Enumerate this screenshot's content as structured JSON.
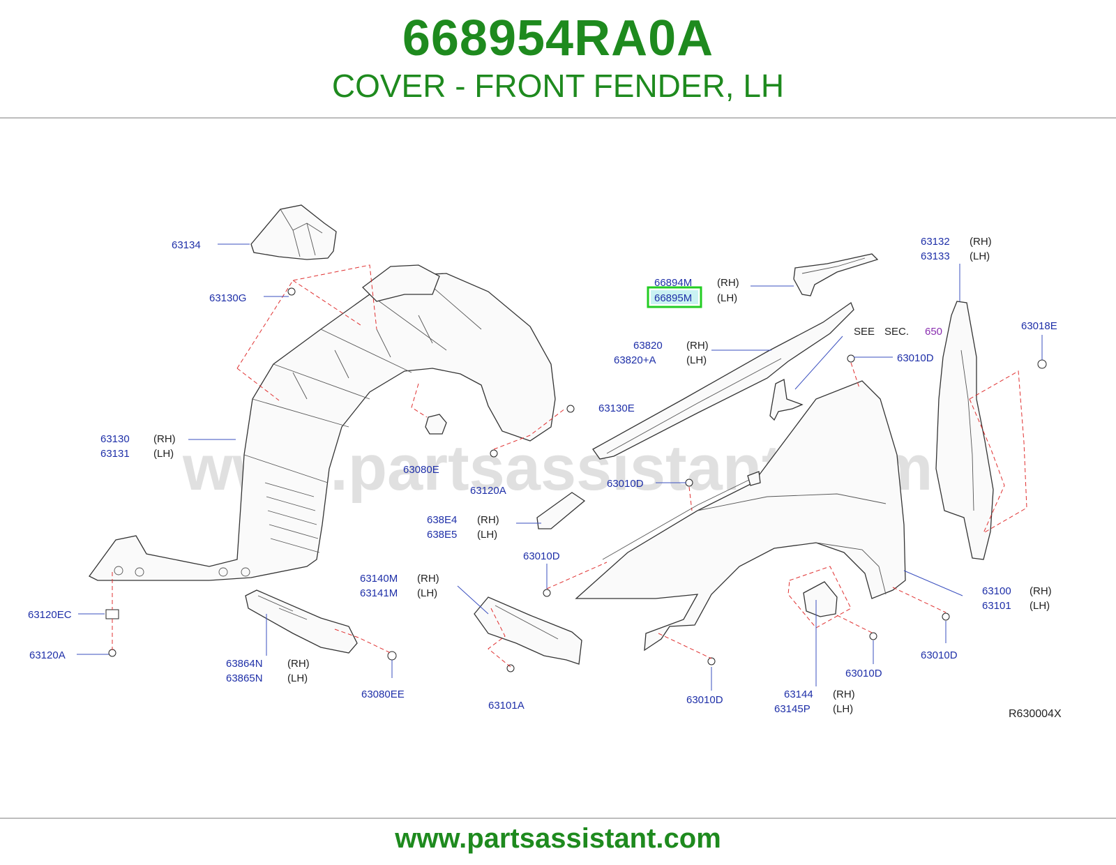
{
  "header": {
    "part_number": "668954RA0A",
    "description": "COVER - FRONT FENDER, LH"
  },
  "callouts": [
    {
      "id": "c63134",
      "code": "63134"
    },
    {
      "id": "c63130G",
      "code": "63130G"
    },
    {
      "id": "c63130",
      "code": "63130",
      "side": "(RH)"
    },
    {
      "id": "c63131",
      "code": "63131",
      "side": "(LH)"
    },
    {
      "id": "c63120EC",
      "code": "63120EC"
    },
    {
      "id": "c63120A_left",
      "code": "63120A"
    },
    {
      "id": "c63864N",
      "code": "63864N",
      "side": "(RH)"
    },
    {
      "id": "c63865N",
      "code": "63865N",
      "side": "(LH)"
    },
    {
      "id": "c63080EE",
      "code": "63080EE"
    },
    {
      "id": "c63080E",
      "code": "63080E"
    },
    {
      "id": "c63120A_mid",
      "code": "63120A"
    },
    {
      "id": "c63130E",
      "code": "63130E"
    },
    {
      "id": "c66894M",
      "code": "66894M",
      "side": "(RH)"
    },
    {
      "id": "c66895M",
      "code": "66895M",
      "side": "(LH)",
      "highlighted": true
    },
    {
      "id": "c63820",
      "code": "63820",
      "side": "(RH)"
    },
    {
      "id": "c63820A",
      "code": "63820+A",
      "side": "(LH)"
    },
    {
      "id": "c63010D_a",
      "code": "63010D"
    },
    {
      "id": "c63010D_b",
      "code": "63010D"
    },
    {
      "id": "c638E4",
      "code": "638E4",
      "side": "(RH)"
    },
    {
      "id": "c638E5",
      "code": "638E5",
      "side": "(LH)"
    },
    {
      "id": "c63010D_c",
      "code": "63010D"
    },
    {
      "id": "c63140M",
      "code": "63140M",
      "side": "(RH)"
    },
    {
      "id": "c63141M",
      "code": "63141M",
      "side": "(LH)"
    },
    {
      "id": "c63101A",
      "code": "63101A"
    },
    {
      "id": "c63010D_d",
      "code": "63010D"
    },
    {
      "id": "c63144",
      "code": "63144",
      "side": "(RH)"
    },
    {
      "id": "c63145P",
      "code": "63145P",
      "side": "(LH)"
    },
    {
      "id": "c63010D_e",
      "code": "63010D"
    },
    {
      "id": "c63010D_f",
      "code": "63010D"
    },
    {
      "id": "c63100",
      "code": "63100",
      "side": "(RH)"
    },
    {
      "id": "c63101",
      "code": "63101",
      "side": "(LH)"
    },
    {
      "id": "c63132",
      "code": "63132",
      "side": "(RH)"
    },
    {
      "id": "c63133",
      "code": "63133",
      "side": "(LH)"
    },
    {
      "id": "c63018E",
      "code": "63018E"
    }
  ],
  "see_section": {
    "see": "SEE",
    "sec": "SEC.",
    "number": "650"
  },
  "figure_code": "R630004X",
  "watermark": "www.partsassistant.com",
  "footer": {
    "url": "www.partsassistant.com"
  },
  "colors": {
    "title_green": "#1e8a1e",
    "callout_blue": "#1e2fa8",
    "highlight_green": "#22cc22",
    "section_purple": "#8a2fb0"
  }
}
